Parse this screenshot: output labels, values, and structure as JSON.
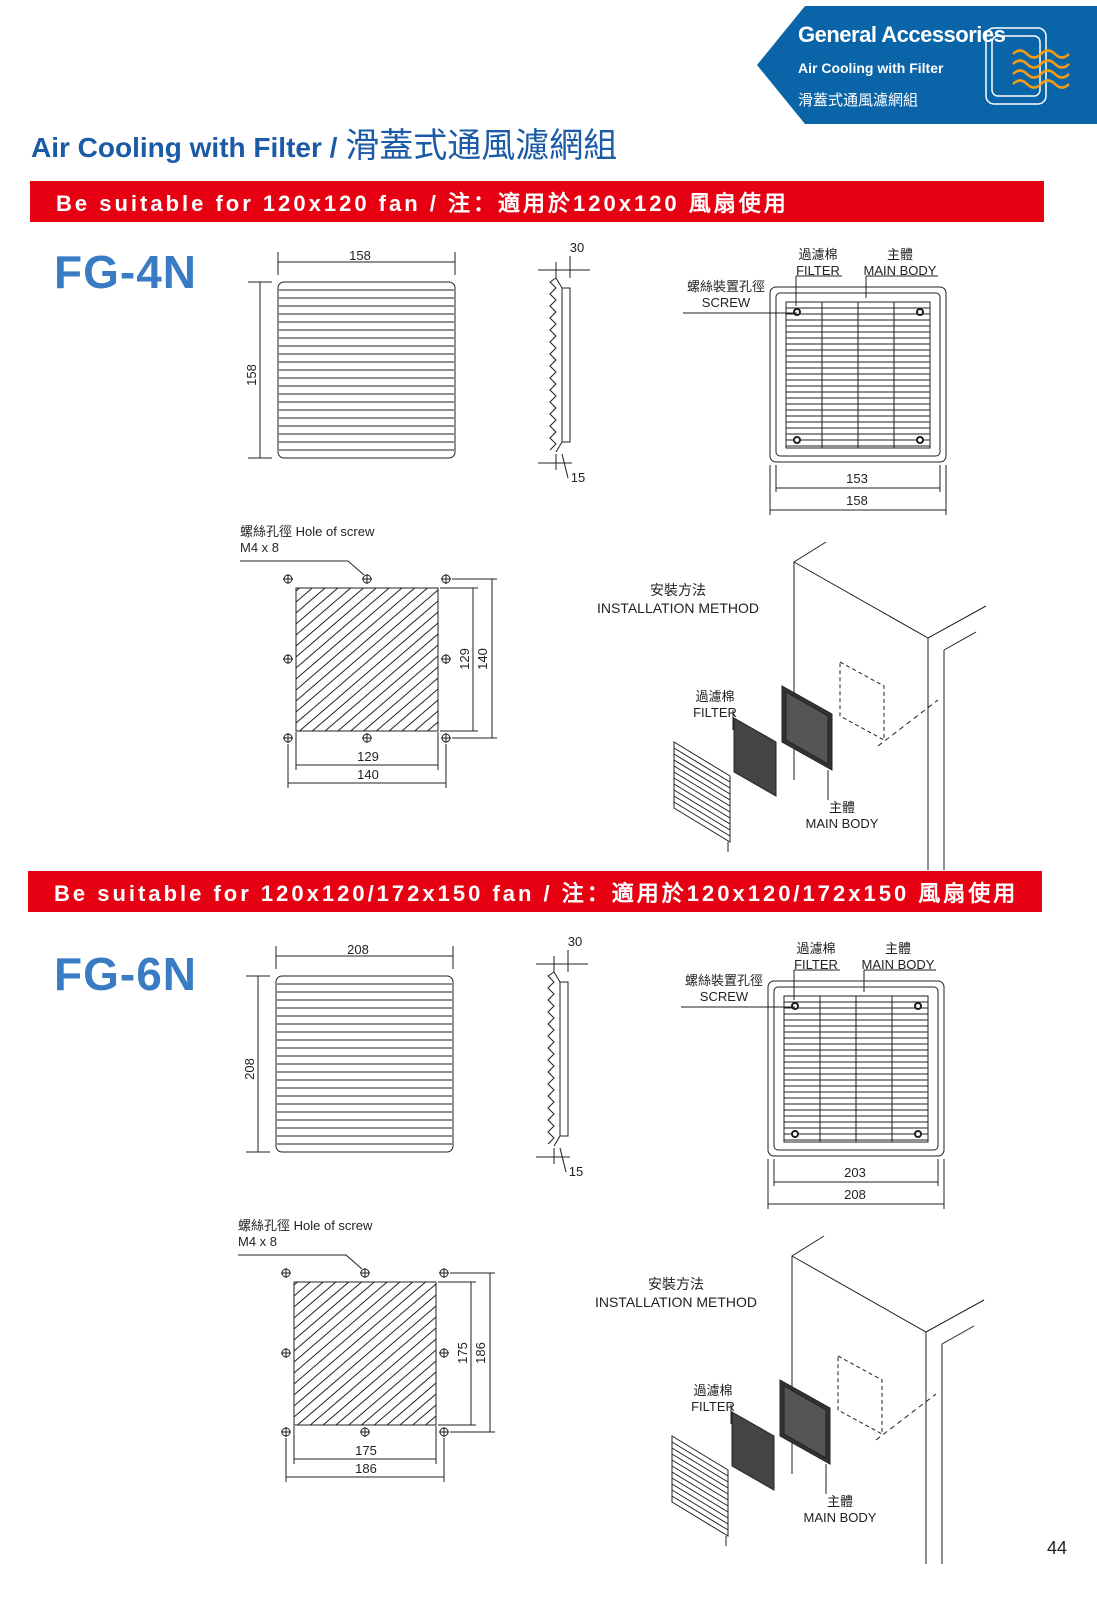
{
  "badge": {
    "title": "General Accessories",
    "subtitle_en": "Air Cooling with Filter",
    "subtitle_zh": "滑蓋式通風濾網組",
    "color": "#0a64a8",
    "icon": "fan-airflow-icon",
    "icon_accent": "#f39c12"
  },
  "page_title": {
    "en": "Air Cooling with Filter / ",
    "zh": "滑蓋式通風濾網組"
  },
  "labels": {
    "filter_zh": "過濾棉",
    "filter_en": "FILTER",
    "main_body_zh": "主體",
    "main_body_en": "MAIN BODY",
    "screw_zh": "螺絲裝置孔徑",
    "screw_en": "SCREW",
    "hole_of_screw": "螺絲孔徑 Hole of screw",
    "screw_size": "M4 x 8",
    "install_zh": "安裝方法",
    "install_en": "INSTALLATION METHOD"
  },
  "products": [
    {
      "model": "FG-4N",
      "banner": "Be suitable for 120x120 fan / 注：適用於120x120 風扇使用",
      "front_width": "158",
      "front_height": "158",
      "side_depth": "30",
      "side_inner": "15",
      "installed_inner": "153",
      "installed_outer": "158",
      "cutout_inner_w": "129",
      "cutout_outer_w": "140",
      "cutout_inner_h": "129",
      "cutout_outer_h": "140"
    },
    {
      "model": "FG-6N",
      "banner": "Be suitable for 120x120/172x150 fan / 注：適用於120x120/172x150 風扇使用",
      "front_width": "208",
      "front_height": "208",
      "side_depth": "30",
      "side_inner": "15",
      "installed_inner": "203",
      "installed_outer": "208",
      "cutout_inner_w": "175",
      "cutout_outer_w": "186",
      "cutout_inner_h": "175",
      "cutout_outer_h": "186"
    }
  ],
  "page_number": "44",
  "colors": {
    "banner": "#e60012",
    "model": "#3a7cc4",
    "title": "#1a5aa6"
  }
}
